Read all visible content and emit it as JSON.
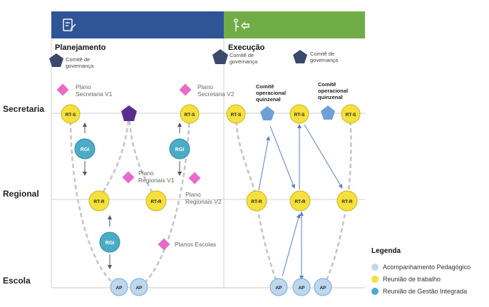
{
  "header": {
    "left_icon": "clipboard-edit-icon",
    "right_icon": "person-arrow-icon",
    "left_color": "#2F5597",
    "right_color": "#70AD47"
  },
  "sections": {
    "planning": "Planejamento",
    "execution": "Execução"
  },
  "levels": {
    "secretaria": "Secretaria",
    "regional": "Regional",
    "escola": "Escola"
  },
  "nodes": {
    "rts": "RT-S",
    "rtr": "RT-R",
    "rgi": "RGI",
    "ap": "AP"
  },
  "committees": {
    "governance_line1": "Comitê de",
    "governance_line2": "governança",
    "operational_line1": "Comitê",
    "operational_line2": "operacional",
    "operational_line3": "quinzenal"
  },
  "plans": {
    "secretaria_v1_line1": "Plano",
    "secretaria_v1_line2": "Secretaria V1",
    "secretaria_v2_line1": "Plano",
    "secretaria_v2_line2": "Secretaria V2",
    "regionais_v1_line1": "Plano",
    "regionais_v1_line2": "Regionais V1",
    "regionais_v2_line1": "Plano",
    "regionais_v2_line2": "Regionais V2",
    "escolas": "Planos Escolas"
  },
  "legend": {
    "title": "Legenda",
    "items": [
      {
        "label": "Acompanhamento Pedagógico",
        "color": "#BDD7EE"
      },
      {
        "label": "Reunião de trabalho",
        "color": "#F5E03C"
      },
      {
        "label": "Reunião de Gestão Integrada",
        "color": "#4BACC6"
      }
    ]
  },
  "colors": {
    "governance": "#3B4A6B",
    "operational": "#6F9FD8",
    "dark_pentagon": "#5B2C8F",
    "plan_diamond": "#E86BC8",
    "rt": "#F5E03C",
    "rgi": "#4BACC6",
    "ap": "#BDD7EE"
  }
}
